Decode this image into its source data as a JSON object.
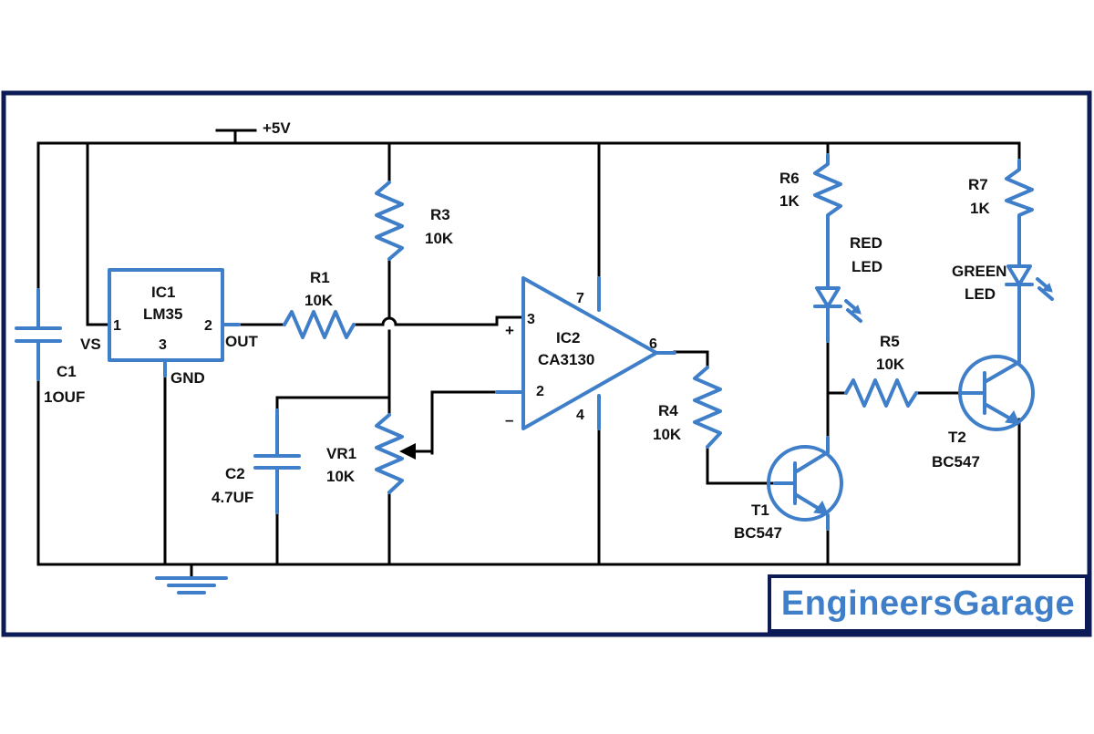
{
  "supply": {
    "label": "+5V"
  },
  "components": {
    "c1": {
      "ref": "C1",
      "value": "1OUF"
    },
    "ic1": {
      "ref": "IC1",
      "part": "LM35",
      "pin1": "1",
      "pin2": "2",
      "pin3": "3",
      "vs": "VS",
      "out": "OUT",
      "gnd": "GND"
    },
    "r1": {
      "ref": "R1",
      "value": "10K"
    },
    "r3": {
      "ref": "R3",
      "value": "10K"
    },
    "c2": {
      "ref": "C2",
      "value": "4.7UF"
    },
    "vr1": {
      "ref": "VR1",
      "value": "10K"
    },
    "ic2": {
      "ref": "IC2",
      "part": "CA3130",
      "pin3": "3",
      "pin2": "2",
      "pin7": "7",
      "pin4": "4",
      "pin6": "6",
      "plus": "+",
      "minus": "–"
    },
    "r4": {
      "ref": "R4",
      "value": "10K"
    },
    "t1": {
      "ref": "T1",
      "part": "BC547"
    },
    "r6": {
      "ref": "R6",
      "value": "1K"
    },
    "led_red": {
      "line1": "RED",
      "line2": "LED"
    },
    "r5": {
      "ref": "R5",
      "value": "10K"
    },
    "r7": {
      "ref": "R7",
      "value": "1K"
    },
    "led_green": {
      "line1": "GREEN",
      "line2": "LED"
    },
    "t2": {
      "ref": "T2",
      "part": "BC547"
    }
  },
  "logo": {
    "text": "EngineersGarage"
  },
  "colors": {
    "component": "#3f7ec9",
    "frame": "#0c1a55",
    "wire": "#000000"
  }
}
